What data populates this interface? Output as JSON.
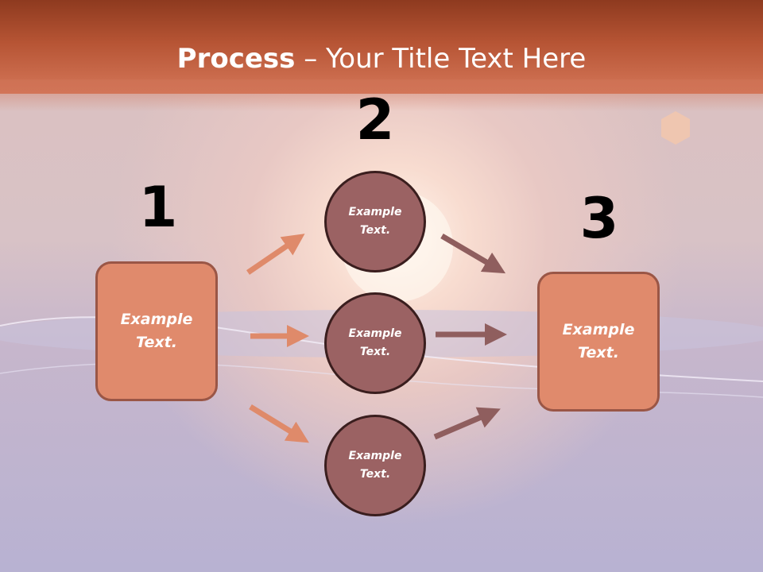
{
  "title": {
    "bold": "Process",
    "separator": " – ",
    "rest": "Your Title Text Here"
  },
  "steps": [
    {
      "number": "1",
      "label": "Example\nText."
    },
    {
      "number": "2",
      "label": "Example\nText."
    },
    {
      "number": "3",
      "label": "Example\nText."
    }
  ],
  "middle_circles": [
    {
      "label": "Example\nText."
    },
    {
      "label": "Example\nText."
    },
    {
      "label": "Example\nText."
    }
  ],
  "colors": {
    "box_fill": "#e08a6c",
    "circle_fill": "#9b6263",
    "arrow_left": "#df8a6a",
    "arrow_right": "#8f5e5e",
    "title_bar": "#b65434"
  }
}
